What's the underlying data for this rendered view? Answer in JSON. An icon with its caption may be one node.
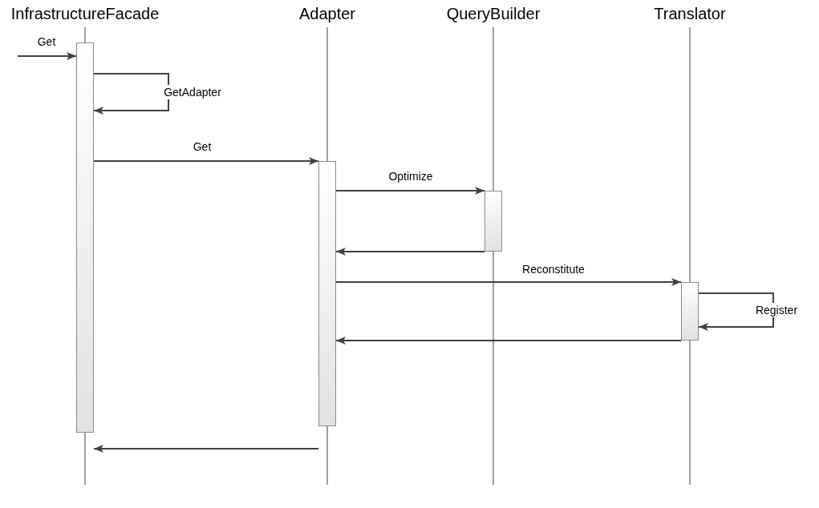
{
  "diagram": {
    "nodes": [
      {
        "text": [
          "InfrastructureFacade"
        ]
      },
      {
        "text": [
          "Adapter"
        ]
      },
      {
        "text": [
          "QueryBuilder"
        ]
      },
      {
        "text": [
          "Translator"
        ]
      },
      {
        "text": [],
        "shape": "bar"
      },
      {
        "text": [],
        "shape": "bar"
      },
      {
        "text": [],
        "shape": "bar"
      },
      {
        "text": [],
        "shape": "bar"
      }
    ],
    "edges": [
      {
        "from": null,
        "to": 4,
        "arrow": "to",
        "label": "Get"
      },
      {
        "from": 4,
        "to": 4,
        "arrow": "to",
        "label": "GetAdapter"
      },
      {
        "from": 4,
        "to": 5,
        "arrow": "to",
        "label": "Get"
      },
      {
        "from": 5,
        "to": 6,
        "arrow": "to",
        "label": "Optimize"
      },
      {
        "from": 6,
        "to": 5,
        "arrow": "to"
      },
      {
        "from": 5,
        "to": 7,
        "arrow": "to",
        "label": "Reconstitute"
      },
      {
        "from": 7,
        "to": 7,
        "arrow": "to",
        "label": "Register"
      },
      {
        "from": 7,
        "to": 5,
        "arrow": "to"
      },
      {
        "from": 5,
        "to": 4,
        "arrow": "to"
      }
    ]
  }
}
